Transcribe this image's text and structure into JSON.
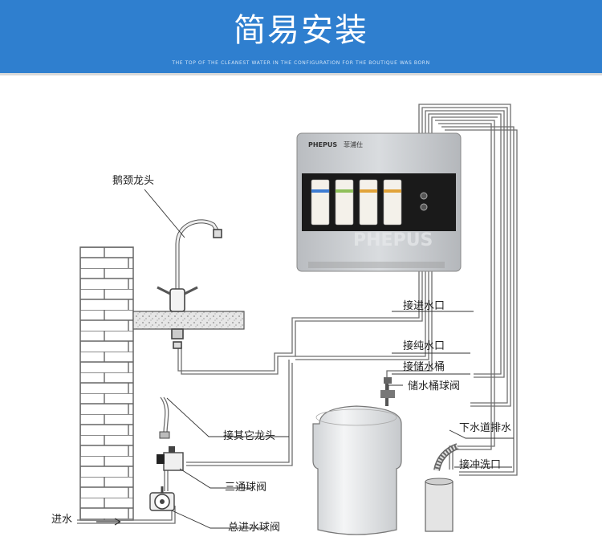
{
  "header": {
    "title": "简易安装",
    "subtitle": "THE TOP OF THE CLEANEST WATER IN THE CONFIGURATION FOR THE BOUTIQUE WAS BORN"
  },
  "device": {
    "brand": "PHEPUS",
    "brand_cn": "菲浦仕",
    "watermark": "PHEPUS"
  },
  "labels": {
    "gooseneck_faucet": "鹅颈龙头",
    "inlet_port": "接进水口",
    "pure_water_port": "接纯水口",
    "tank_port": "接储水桶",
    "tank_ball_valve": "储水桶球阀",
    "other_faucet": "接其它龙头",
    "drain": "下水道排水",
    "flush_port": "接冲洗口",
    "three_way_valve": "三通球阀",
    "water_in": "进水",
    "main_inlet_valve": "总进水球阀"
  },
  "colors": {
    "banner": "#2f7fcf",
    "pipe": "#6e6e6e",
    "leader": "#333333",
    "brick_line": "#666666",
    "device_body": "#c9ccd0"
  }
}
